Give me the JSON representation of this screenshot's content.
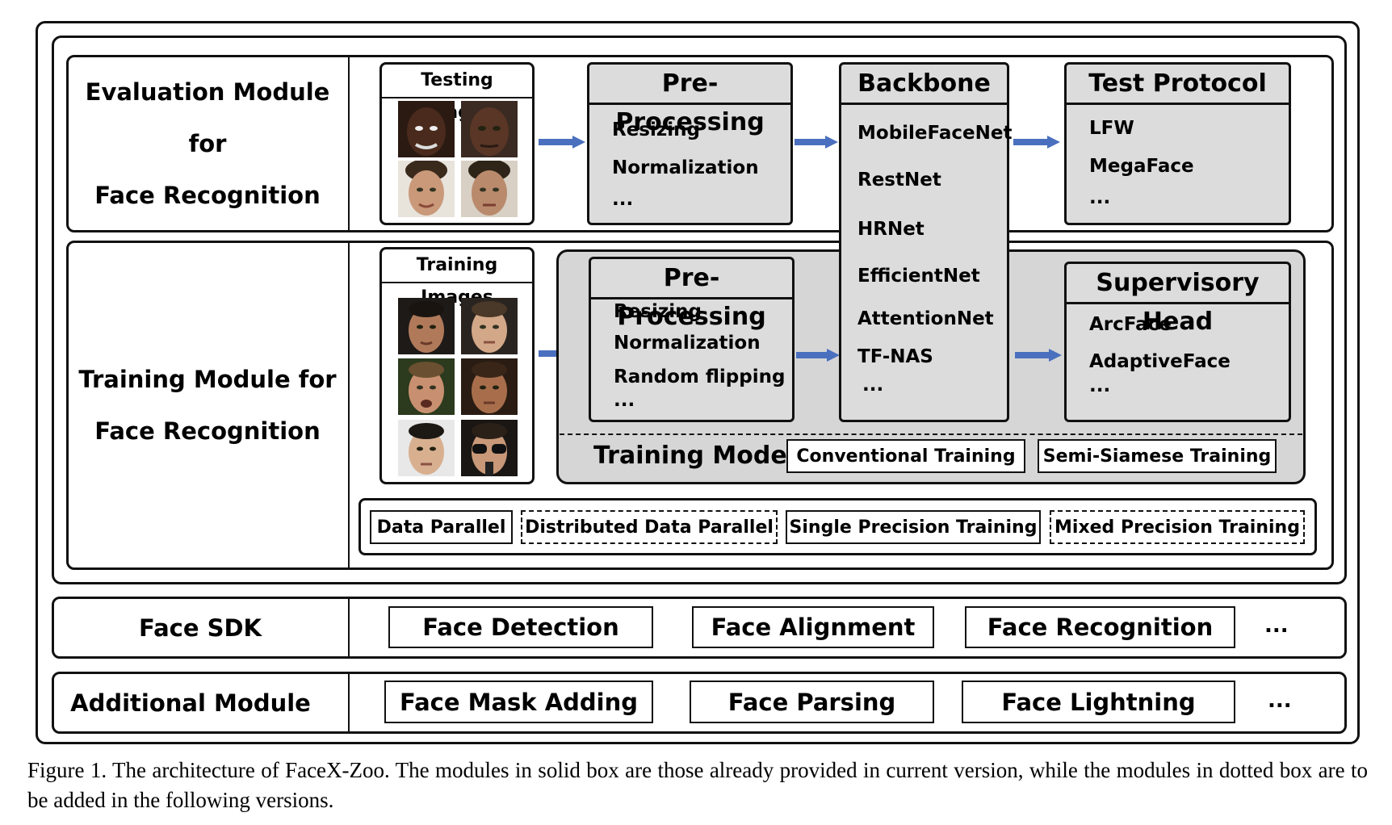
{
  "evaluation": {
    "label_line1": "Evaluation Module for",
    "label_line2": "Face Recognition",
    "testing_images_title": "Testing Images",
    "preprocessing": {
      "title": "Pre-Processing",
      "items": [
        "Resizing",
        "Normalization",
        "..."
      ]
    },
    "test_protocol": {
      "title": "Test Protocol",
      "items": [
        "LFW",
        "MegaFace",
        "..."
      ]
    }
  },
  "backbone": {
    "title": "Backbone",
    "items": [
      "MobileFaceNet",
      "RestNet",
      "HRNet",
      "EfficientNet",
      "AttentionNet",
      "TF-NAS",
      "..."
    ]
  },
  "training": {
    "label_line1": "Training Module for",
    "label_line2": "Face Recognition",
    "training_images_title": "Training Images",
    "preprocessing": {
      "title": "Pre-Processing",
      "items": [
        "Resizing",
        "Normalization",
        "Random flipping",
        "..."
      ]
    },
    "supervisory_head": {
      "title": "Supervisory Head",
      "items": [
        "ArcFace",
        "AdaptiveFace",
        "..."
      ]
    },
    "training_mode": {
      "label": "Training Mode",
      "options": [
        "Conventional Training",
        "Semi-Siamese Training"
      ]
    },
    "parallel_options": [
      "Data Parallel",
      "Distributed Data Parallel",
      "Single Precision Training",
      "Mixed Precision Training"
    ]
  },
  "face_sdk": {
    "label": "Face SDK",
    "items": [
      "Face Detection",
      "Face Alignment",
      "Face Recognition",
      "..."
    ]
  },
  "additional": {
    "label": "Additional Module",
    "items": [
      "Face Mask Adding",
      "Face Parsing",
      "Face Lightning",
      "..."
    ]
  },
  "caption": "Figure 1. The architecture of FaceX-Zoo. The modules in solid box are those already provided in current version, while the modules in dotted box are to be added in the following versions.",
  "colors": {
    "arrow": "#4a6fbe",
    "module_fill": "#dcdcdc",
    "training_area_fill": "#d6d6d6",
    "border": "#111111"
  }
}
